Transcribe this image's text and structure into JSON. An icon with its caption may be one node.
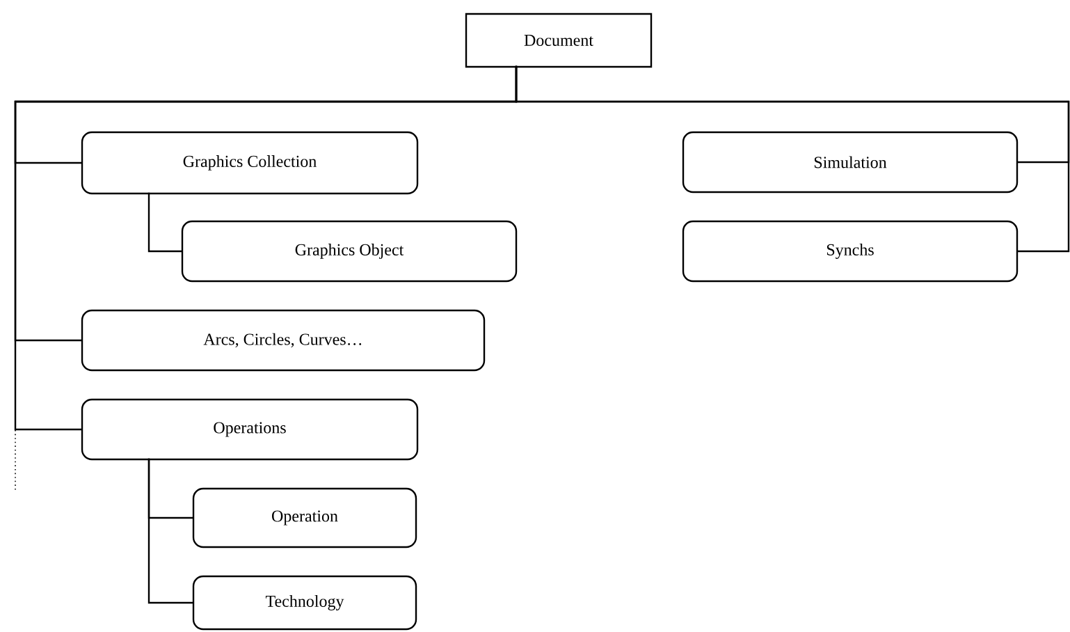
{
  "diagram": {
    "nodes": [
      {
        "text": [
          "Document"
        ]
      },
      {
        "text": [
          "Graphics Collection"
        ]
      },
      {
        "text": [
          "Graphics Object"
        ]
      },
      {
        "text": [
          "Arcs, Circles, Curves…"
        ]
      },
      {
        "text": [
          "Operations"
        ]
      },
      {
        "text": [
          "Operation"
        ]
      },
      {
        "text": [
          "Technology"
        ]
      },
      {
        "text": [
          "Simulation"
        ]
      },
      {
        "text": [
          "Synchs"
        ]
      }
    ],
    "edges": [
      {
        "from": 0,
        "to": 1,
        "arrow": "none"
      },
      {
        "from": 1,
        "to": 2,
        "arrow": "none"
      },
      {
        "from": 0,
        "to": 3,
        "arrow": "none"
      },
      {
        "from": 0,
        "to": 4,
        "arrow": "none"
      },
      {
        "from": 4,
        "to": 5,
        "arrow": "none"
      },
      {
        "from": 4,
        "to": 6,
        "arrow": "none"
      },
      {
        "from": 0,
        "to": 7,
        "arrow": "none"
      },
      {
        "from": 0,
        "to": 8,
        "arrow": "none"
      }
    ]
  }
}
